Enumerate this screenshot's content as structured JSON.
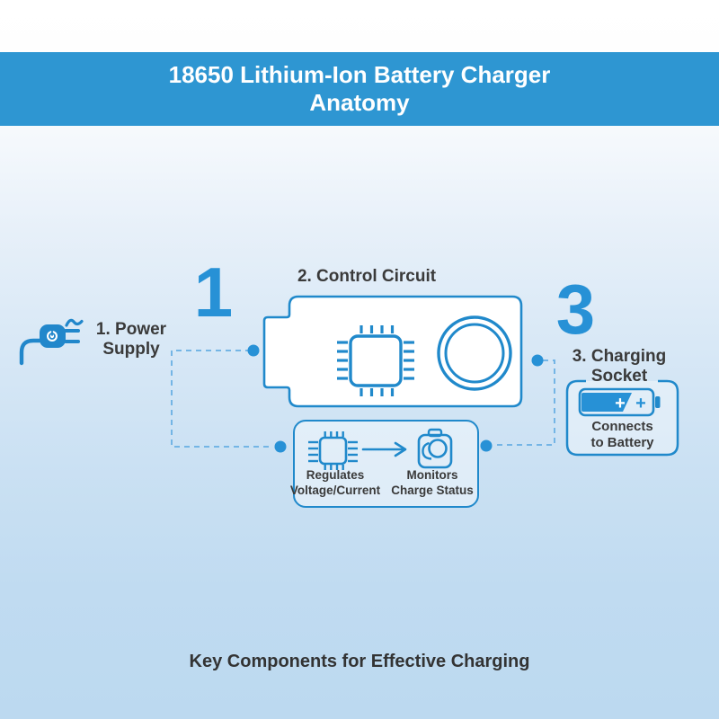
{
  "header": {
    "title_line1": "18650 Lithium-Ion Battery Charger",
    "title_line2": "Anatomy"
  },
  "footer": {
    "caption": "Key Components for Effective Charging"
  },
  "steps": {
    "power_supply": {
      "big_number": "1",
      "label_line1": "1. Power",
      "label_line2": "Supply",
      "icon": "power-plug-icon"
    },
    "control_circuit": {
      "label": "2. Control Circuit",
      "icons": [
        "microchip-icon",
        "coil-circle-icon"
      ]
    },
    "charging_socket": {
      "big_number": "3",
      "label_line1": "3. Charging",
      "label_line2": "Socket",
      "desc_line1": "Connects",
      "desc_line2": "to Battery",
      "icon": "battery-icon",
      "plus": "+"
    }
  },
  "functions_box": {
    "item1": {
      "line1": "Regulates",
      "line2": "Voltage/Current",
      "icon": "microchip-icon"
    },
    "item2": {
      "line1": "Monitors",
      "line2": "Charge Status",
      "icon": "battery-monitor-icon"
    },
    "arrow_icon": "right-arrow-icon"
  },
  "colors": {
    "header_bg": "#2E96D2",
    "accent_blue": "#2791D6",
    "stroke_blue": "#2089CB",
    "dashed_line": "#74B5E5",
    "text_dark": "#3A3A3A"
  }
}
